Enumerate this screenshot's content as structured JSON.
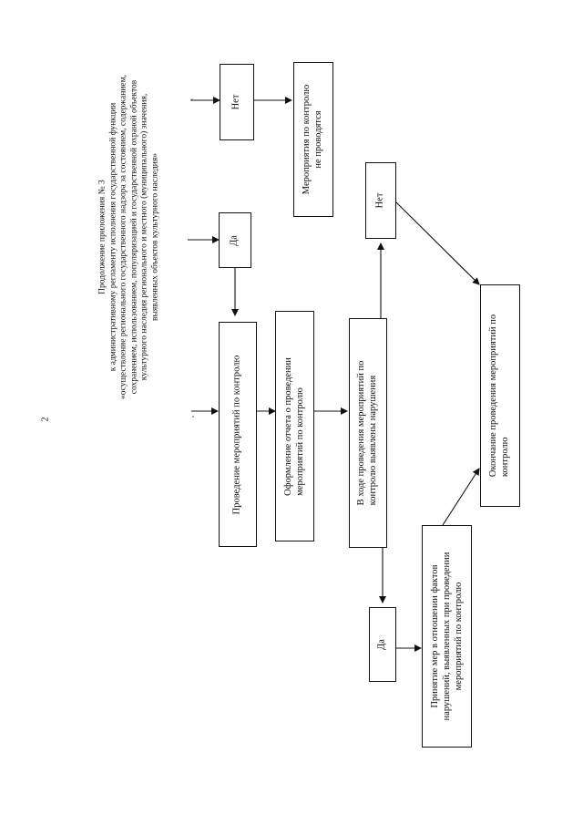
{
  "page_number": "2",
  "header": {
    "lines": [
      "Продолжение приложения № 3",
      "к административному регламенту исполнения государственной функции",
      "«осуществление регионального государственного надзора за состоянием, содержанием,",
      "сохранением, использованием, популяризацией и государственной охраной объектов",
      "культурного наследия регионального и местного (муниципального) значения,",
      "выявленных объектов культурного наследия»"
    ]
  },
  "flowchart": {
    "box_no_top": "Нет",
    "box_no_measures_lines": [
      "Мероприятия по контролю",
      "не проводятся"
    ],
    "box_yes_top": "Да",
    "box_no_mid": "Нет",
    "box_conduct": "Проведение мероприятий по контролю",
    "box_report_lines": [
      "Оформление  отчета о проведении",
      "мероприятий по контролю"
    ],
    "box_violations_lines": [
      "В ходе проведения мероприятий по",
      "контролю выявлены нарушения"
    ],
    "box_end_lines": [
      "Окончание проведения мероприятий по",
      "контролю"
    ],
    "box_yes_bottom": "Да",
    "box_measures_lines": [
      "Принятие мер в отношении фактов",
      "нарушений, выявленных при проведении",
      "мероприятий по контролю"
    ]
  }
}
